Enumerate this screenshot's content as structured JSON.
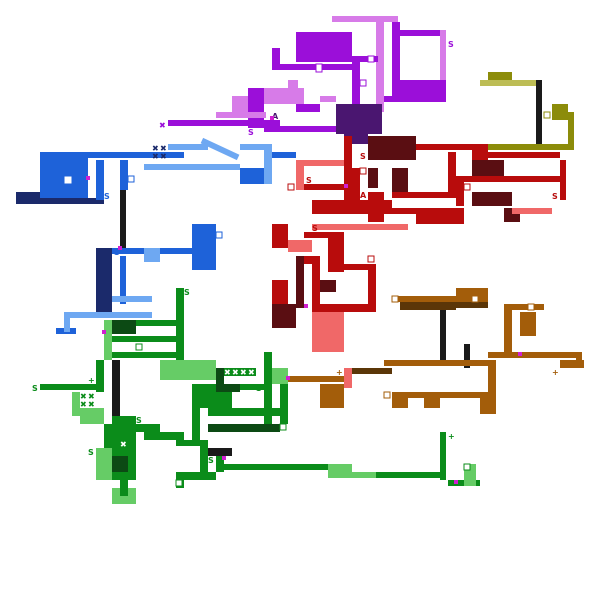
{
  "map": {
    "background": "#ffffff",
    "regions": [
      {
        "name": "purple",
        "colors": {
          "main": "#9b0fd9",
          "light": "#d77be8",
          "dark": "#4a1670"
        }
      },
      {
        "name": "olive",
        "colors": {
          "main": "#8c8c0a",
          "light": "#bdbd55"
        }
      },
      {
        "name": "blue",
        "colors": {
          "main": "#1e62d9",
          "light": "#6ea8f2",
          "dark": "#1b2a6b"
        }
      },
      {
        "name": "red",
        "colors": {
          "main": "#b80c0c",
          "light": "#f06868",
          "dark": "#5a0e12"
        }
      },
      {
        "name": "orange",
        "colors": {
          "main": "#a35d0a",
          "dark": "#5b3608"
        }
      },
      {
        "name": "green",
        "colors": {
          "main": "#0b8c1a",
          "light": "#66cc66",
          "dark": "#0c4a14"
        }
      }
    ],
    "markers": {
      "save_label": "S",
      "a_label": "A",
      "cross_symbol": "✖",
      "plus_symbol": "+"
    }
  }
}
